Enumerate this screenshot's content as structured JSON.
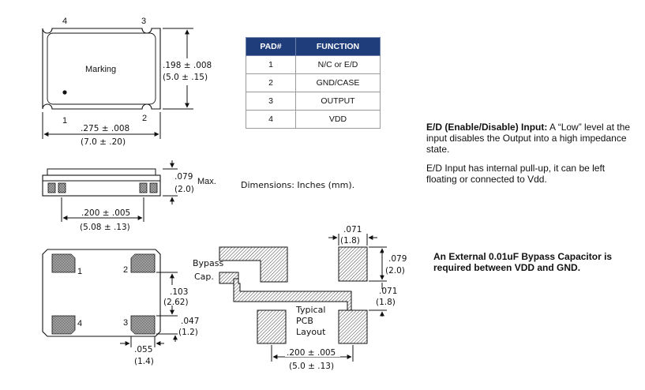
{
  "top_view": {
    "pins": [
      "4",
      "3",
      "1",
      "2"
    ],
    "marking": "Marking",
    "height_dim": ".198 ± .008",
    "height_dim_mm": "(5.0 ± .15)",
    "width_dim": ".275 ± .008",
    "width_dim_mm": "(7.0 ± .20)"
  },
  "pad_table": {
    "headers": [
      "PAD#",
      "FUNCTION"
    ],
    "rows": [
      [
        "1",
        "N/C or E/D"
      ],
      [
        "2",
        "GND/CASE"
      ],
      [
        "3",
        "OUTPUT"
      ],
      [
        "4",
        "VDD"
      ]
    ],
    "header_color": "#1f3d7a"
  },
  "side_view": {
    "thickness_dim": ".079",
    "max_label": "Max.",
    "thickness_dim_mm": "(2.0)",
    "pad_span_dim": ".200 ± .005",
    "pad_span_dim_mm": "(5.08 ± .13)"
  },
  "units_note": "Dimensions: Inches (mm).",
  "bottom_view": {
    "pad_labels": [
      "1",
      "2",
      "4",
      "3"
    ],
    "pad_pitch_dim": ".103",
    "pad_pitch_dim_mm": "(2.62)",
    "pad_height_dim": ".047",
    "pad_height_dim_mm": "(1.2)",
    "pad_width_dim": ".055",
    "pad_width_dim_mm": "(1.4)"
  },
  "pcb_layout": {
    "bypass_label_1": "Bypass",
    "bypass_label_2": "Cap.",
    "typical_1": "Typical",
    "typical_2": "PCB",
    "typical_3": "Layout",
    "land_width_dim": ".071",
    "land_width_dim_mm": "(1.8)",
    "land_height_dim": ".079",
    "land_height_dim_mm": "(2.0)",
    "land_gap_dim": ".071",
    "land_gap_dim_mm": "(1.8)",
    "land_span_dim": ".200 ± .005",
    "land_span_dim_mm": "(5.0 ± .13)"
  },
  "notes": {
    "ed_title": "E/D (Enable/Disable) Input:",
    "ed_text": " A “Low” level at the input disables the Output into a high impedance state.",
    "ed_pullup": "E/D Input has internal pull-up, it can be left  floating or connected to Vdd.",
    "bypass_note": "An External 0.01uF Bypass Capacitor is required between VDD and GND."
  }
}
